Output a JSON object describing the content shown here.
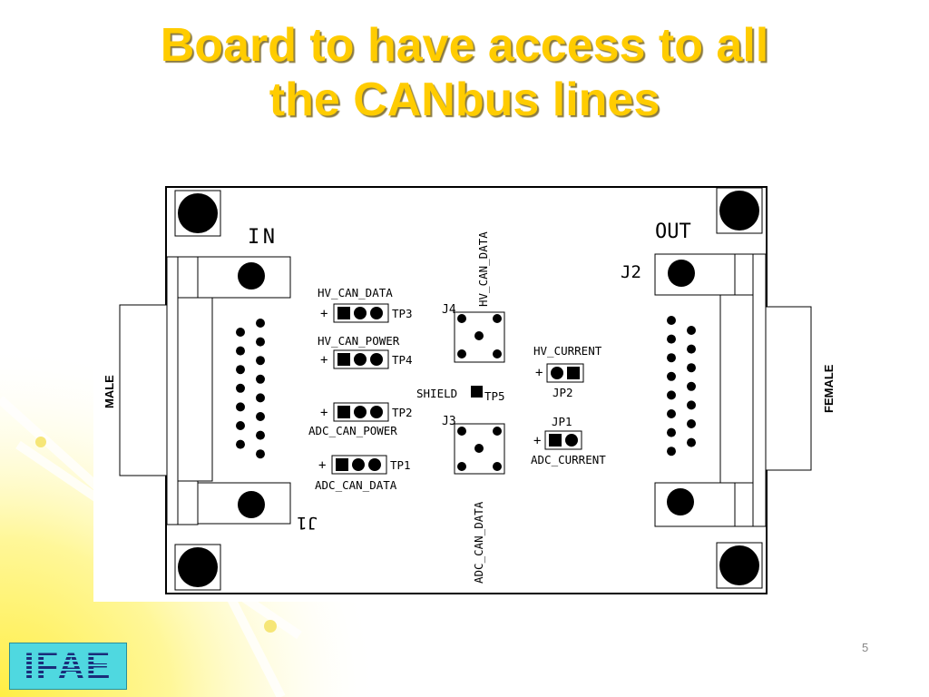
{
  "slide": {
    "title_line1": "Board to have access to all",
    "title_line2": "the CANbus lines",
    "page_number": "5",
    "logo_text": "IFAE"
  },
  "colors": {
    "title": "#FFCC00",
    "board_ink": "#000000",
    "background_glow": "#FFF799",
    "logo_bg": "#4FD8E0",
    "logo_text": "#1A2C7A"
  },
  "board": {
    "in_label": "IN",
    "out_label": "OUT",
    "j1_label": "J1",
    "j2_label": "J2",
    "j3_label": "J3",
    "j4_label": "J4",
    "male_label": "MALE",
    "female_label": "FEMALE",
    "shield_label": "SHIELD",
    "tp5_label": "TP5",
    "hv_can_data_vertical": "HV_CAN_DATA",
    "adc_can_data_vertical": "ADC_CAN_DATA",
    "plus": "+",
    "tp3": {
      "name": "HV_CAN_DATA",
      "id": "TP3"
    },
    "tp4": {
      "name": "HV_CAN_POWER",
      "id": "TP4"
    },
    "tp2": {
      "name": "ADC_CAN_POWER",
      "id": "TP2"
    },
    "tp1": {
      "name": "ADC_CAN_DATA",
      "id": "TP1"
    },
    "jp2": {
      "name": "HV_CURRENT",
      "id": "JP2"
    },
    "jp1": {
      "name": "ADC_CURRENT",
      "id": "JP1"
    }
  }
}
